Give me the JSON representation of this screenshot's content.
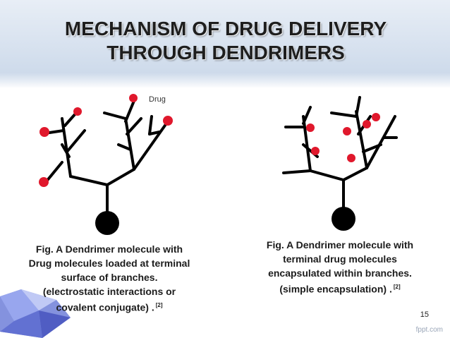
{
  "slide": {
    "title_line1": "MECHANISM OF DRUG DELIVERY",
    "title_line2": "THROUGH DENDRIMERS",
    "page_number": "15",
    "brand": "fppt.com"
  },
  "figure_left": {
    "drug_label": "Drug",
    "caption_lines": [
      "Fig. A Dendrimer molecule with",
      "Drug molecules loaded at terminal",
      "surface of  branches.",
      "(electrostatic interactions or",
      "covalent conjugate) ."
    ],
    "ref": "[2]"
  },
  "figure_right": {
    "caption_lines": [
      "Fig.  A Dendrimer molecule with",
      "terminal drug molecules",
      "encapsulated within branches.",
      "(simple encapsulation) ."
    ],
    "ref": "[2]"
  },
  "colors": {
    "drug": "#e0182c",
    "branch": "#000000",
    "header": "#d5e0ee"
  }
}
